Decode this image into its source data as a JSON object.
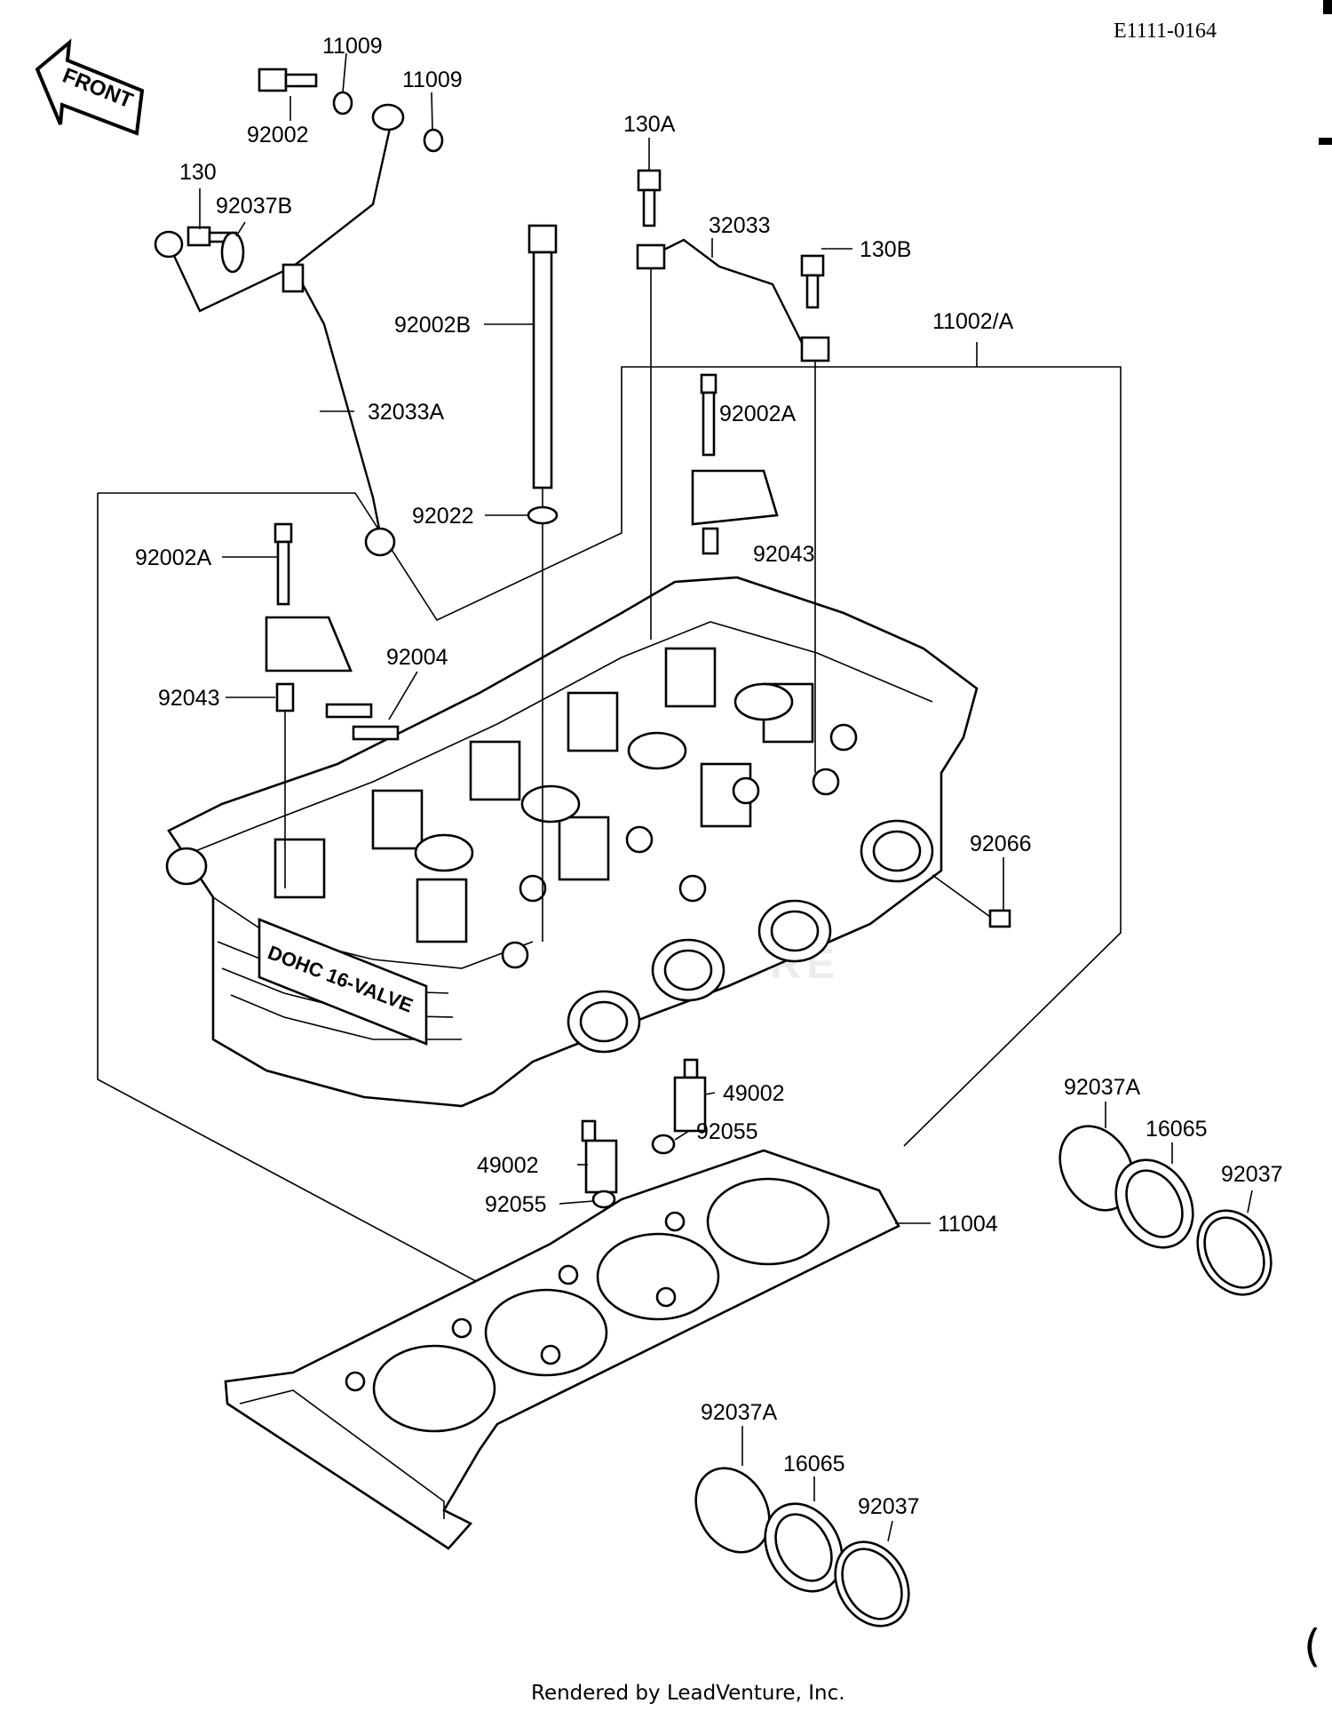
{
  "header": {
    "diagram_code": "E1111-0164"
  },
  "front_arrow": {
    "label": "FRONT"
  },
  "engine_logo_text": "DOHC 16-VALVE",
  "watermark": "LEADVENTURE",
  "footer": {
    "rendered_by": "Rendered by LeadVenture, Inc."
  },
  "callouts": [
    "11009",
    "11009",
    "92002",
    "130",
    "92037B",
    "32033A",
    "92002B",
    "92022",
    "130A",
    "32033",
    "130B",
    "11002/A",
    "92002A",
    "92043",
    "92002A",
    "92004",
    "92043",
    "92066",
    "49002",
    "92055",
    "49002",
    "92055",
    "11004",
    "92037A",
    "16065",
    "92037",
    "92037A",
    "16065",
    "92037"
  ]
}
